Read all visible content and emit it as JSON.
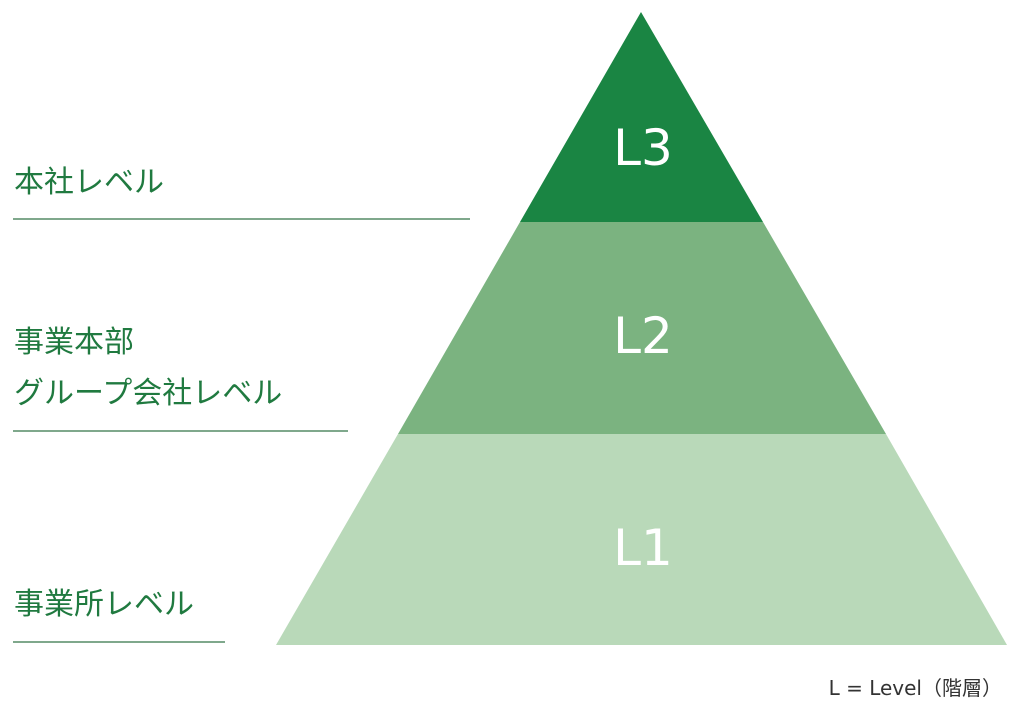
{
  "levels": [
    {
      "id": "L3",
      "label": "L3",
      "side_label": "本社レベル",
      "color": "#1a8543"
    },
    {
      "id": "L2",
      "label": "L2",
      "side_label_line1": "事業本部",
      "side_label_line2": "グループ会社レベル",
      "color": "#7bb380"
    },
    {
      "id": "L1",
      "label": "L1",
      "side_label": "事業所レベル",
      "color": "#b9d9b9"
    }
  ],
  "legend_note": "L = Level（階層）",
  "text_color": "#207a40"
}
